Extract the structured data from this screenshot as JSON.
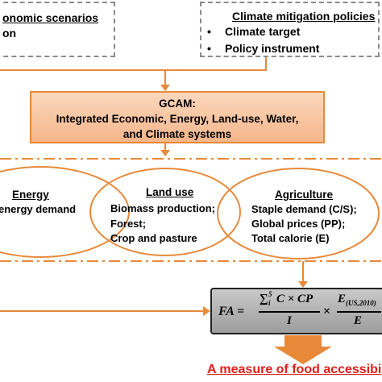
{
  "scenarios_box": {
    "title": "onomic scenarios",
    "items": [
      "on"
    ]
  },
  "policies_box": {
    "title": "Climate mitigation policies",
    "items": [
      "Climate target",
      "Policy instrument"
    ]
  },
  "gcam_box": {
    "lines": [
      "GCAM:",
      "Integrated Economic, Energy, Land-use, Water,",
      "and Climate systems"
    ]
  },
  "energy_ellipse": {
    "title": "Energy",
    "lines": [
      "energy demand"
    ]
  },
  "landuse_ellipse": {
    "title": "Land use",
    "lines": [
      "Biomass production;",
      "Forest;",
      "Crop and pasture"
    ]
  },
  "agriculture_ellipse": {
    "title": "Agriculture",
    "lines": [
      "Staple demand (C/S);",
      "Global prices (PP);",
      "Total calorie (E)"
    ]
  },
  "formula": {
    "lhs": "FA =",
    "sum_symbol": "∑",
    "sum_upper": "5",
    "sum_lower": "i",
    "numerator_rest": "C × CP",
    "denominator_left": "I",
    "times": "×",
    "numerator_right": "E",
    "numerator_right_sub": "(US,2010)",
    "denominator_right": "E"
  },
  "result_label": "A measure of food accessibi",
  "colors": {
    "orange": "#e8893a",
    "gray_dash": "#8a8a8a",
    "red_text": "#e0201a"
  }
}
